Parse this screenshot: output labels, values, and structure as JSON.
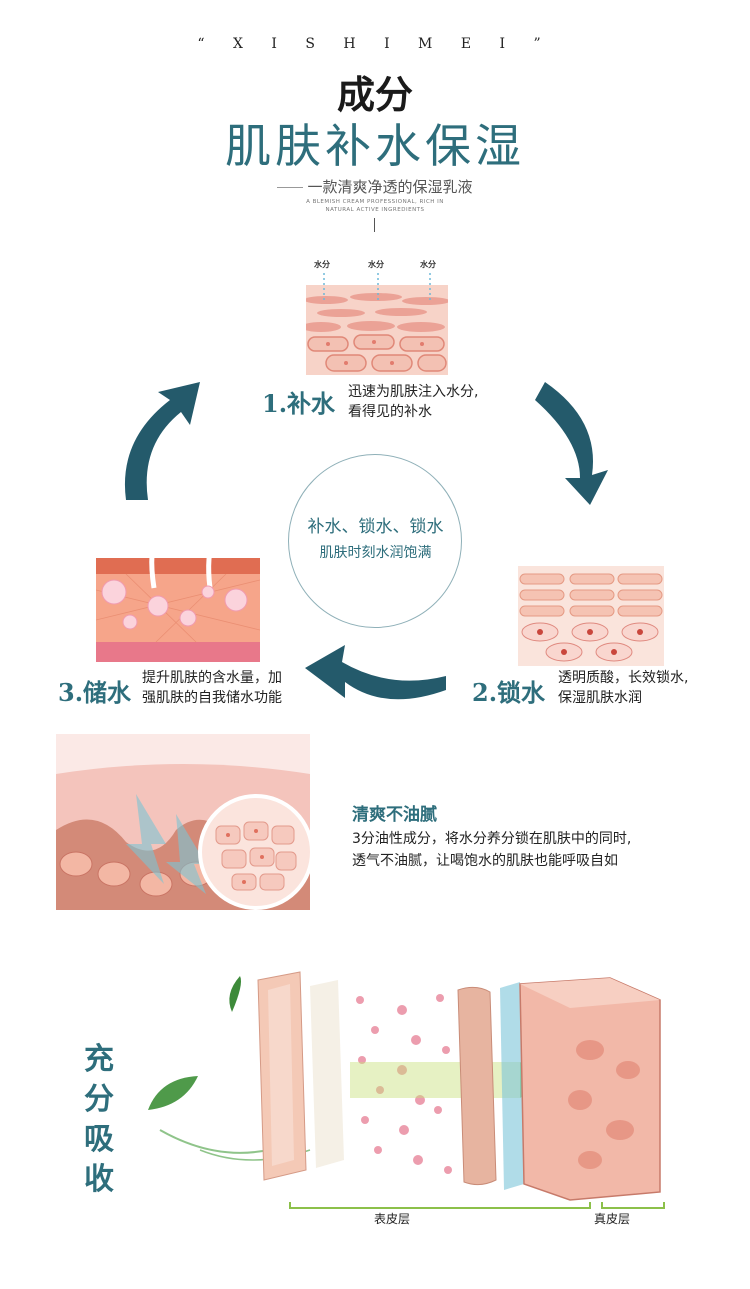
{
  "header": {
    "brand": "“ X I S H I M E I ”",
    "title": "成分",
    "subtitle": "肌肤补水保湿",
    "tagline": "一款清爽净透的保湿乳液",
    "tagline_en_line1": "A BLEMISH CREAM PROFESSIONAL, RICH IN",
    "tagline_en_line2": "NATURAL ACTIVE INGREDIENTS"
  },
  "cycle": {
    "center_line1": "补水、锁水、锁水",
    "center_line2": "肌肤时刻水润饱满",
    "diagram_water_labels": [
      "水分",
      "水分",
      "水分"
    ],
    "steps": [
      {
        "num": "1.补水",
        "desc_line1": "迅速为肌肤注入水分,",
        "desc_line2": "看得见的补水"
      },
      {
        "num": "2.锁水",
        "desc_line1": "透明质酸，长效锁水,",
        "desc_line2": "保湿肌肤水润"
      },
      {
        "num": "3.储水",
        "desc_line1": "提升肌肤的含水量，加",
        "desc_line2": "强肌肤的自我储水功能"
      }
    ]
  },
  "feature": {
    "title": "清爽不油腻",
    "desc_line1": "3分油性成分，将水分养分锁在肌肤中的同时,",
    "desc_line2": "透气不油腻，让喝饱水的肌肤也能呼吸自如"
  },
  "absorb": {
    "label_chars": [
      "充",
      "分",
      "吸",
      "收"
    ],
    "epidermis_label": "表皮层",
    "dermis_label": "真皮层"
  },
  "colors": {
    "accent": "#2e6e7c",
    "arrow": "#245a6b",
    "skin": "#f2b8a8",
    "skin_dark": "#e38a78"
  }
}
